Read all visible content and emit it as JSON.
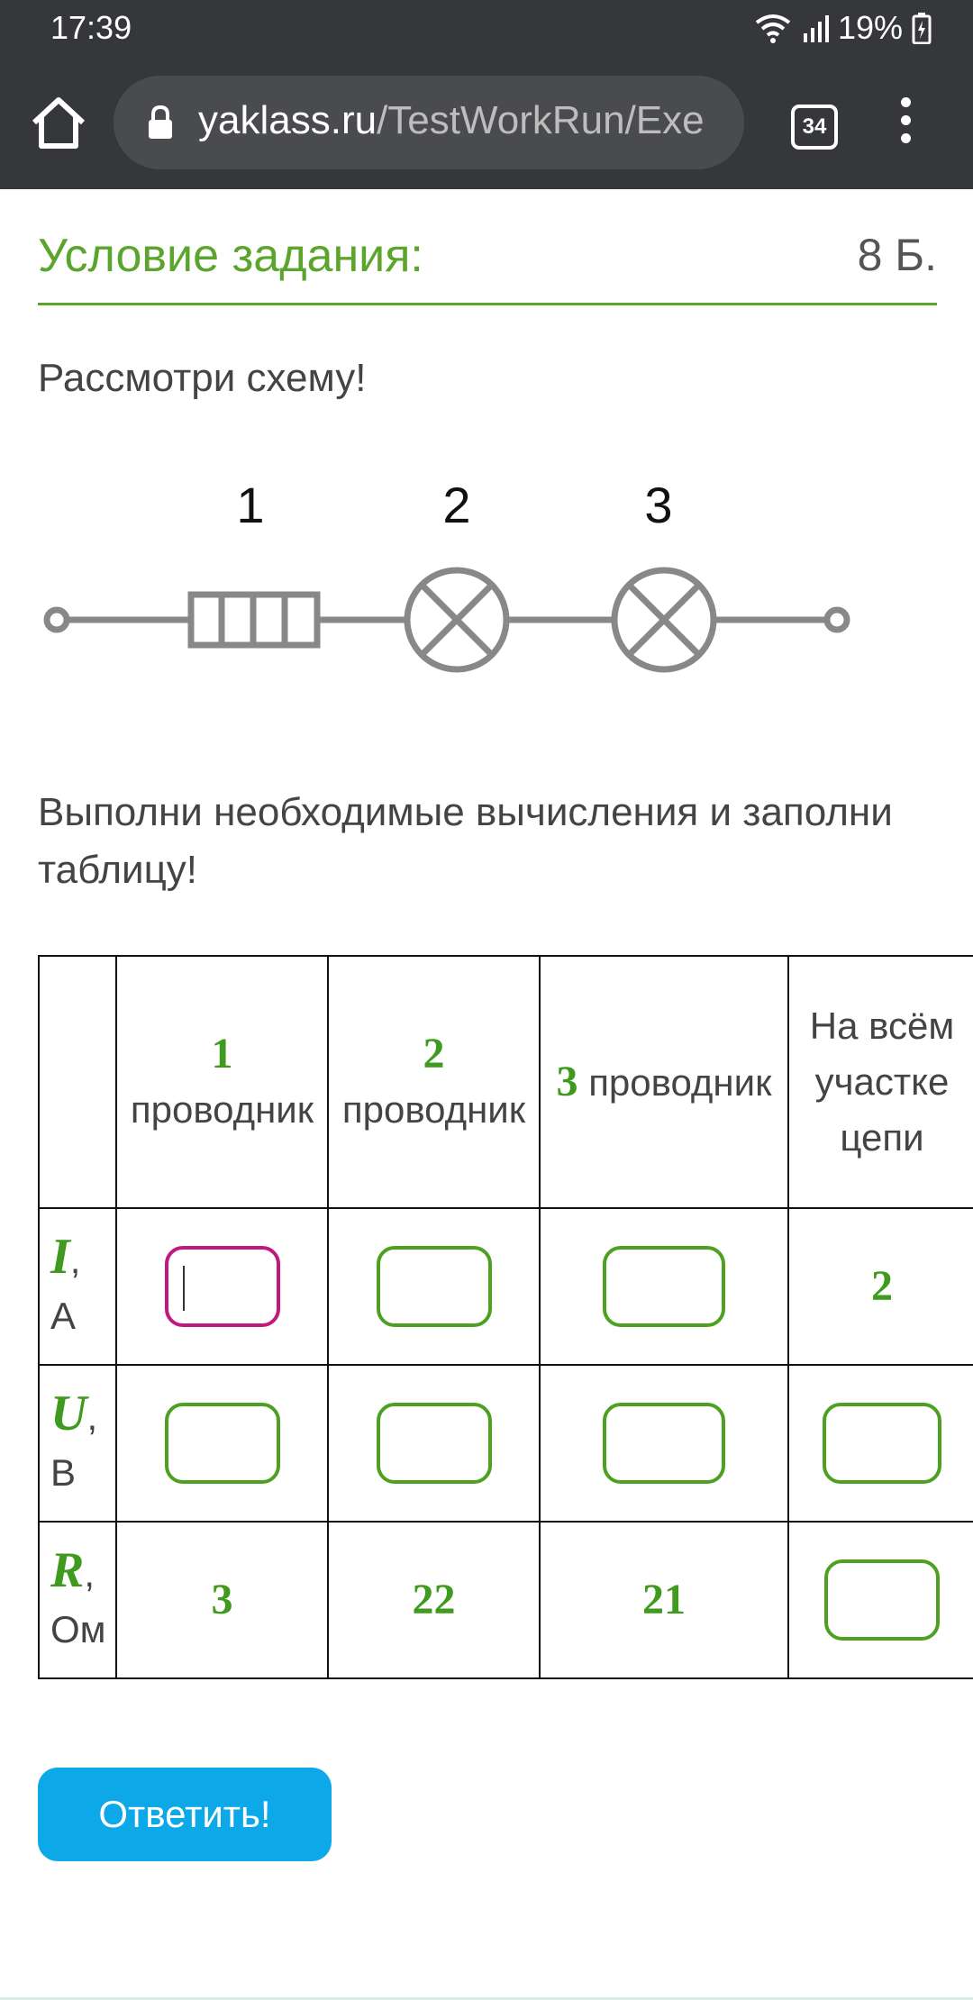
{
  "status": {
    "time": "17:39",
    "battery": "19%"
  },
  "browser": {
    "url_domain": "yaklass.ru",
    "url_path": "/TestWorkRun/Exe",
    "tab_count": "34"
  },
  "task": {
    "title": "Условие задания:",
    "points": "8 Б.",
    "instruction_1": "Рассмотри схему!",
    "instruction_2": "Выполни необходимые вычисления и заполни таблицу!"
  },
  "circuit": {
    "labels": [
      "1",
      "2",
      "3"
    ]
  },
  "table": {
    "headers": [
      {
        "num": "1",
        "word": "проводник"
      },
      {
        "num": "2",
        "word": "проводник"
      },
      {
        "num": "3",
        "word": "проводник"
      },
      {
        "num": "",
        "word": "На всём участке цепи"
      }
    ],
    "rows": [
      {
        "var": "I",
        "unit": ", А",
        "cells": [
          "",
          "",
          "",
          "2"
        ]
      },
      {
        "var": "U",
        "unit": ", В",
        "cells": [
          "",
          "",
          "",
          ""
        ]
      },
      {
        "var": "R",
        "unit": ", Ом",
        "cells": [
          "3",
          "22",
          "21",
          ""
        ]
      }
    ]
  },
  "submit_label": "Ответить!",
  "colors": {
    "accent_green": "#5aa52b",
    "button_blue": "#0da8e8",
    "active_input": "#c0187f"
  }
}
